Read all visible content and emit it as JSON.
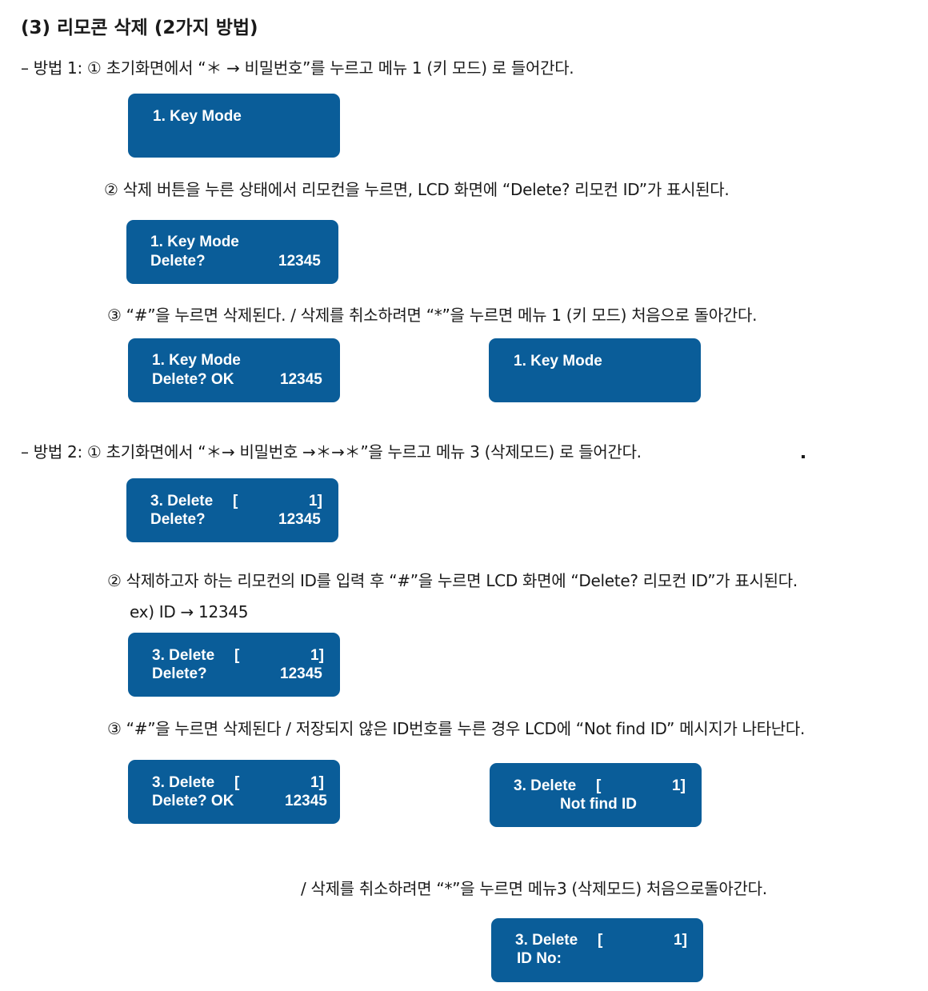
{
  "title": "(3) 리모콘 삭제 (2가지 방법)",
  "method1": {
    "step1": "– 방법 1: ① 초기화면에서 “＊ → 비밀번호”를 누르고 메뉴 1 (키 모드) 로 들어간다.",
    "step2": "② 삭제 버튼을 누른 상태에서 리모컨을 누르면, LCD 화면에 “Delete? 리모컨 ID”가 표시된다.",
    "step3": "③ “#”을 누르면 삭제된다. / 삭제를 취소하려면 “*”을 누르면 메뉴 1 (키 모드) 처음으로 돌아간다."
  },
  "method2": {
    "step1": "– 방법 2: ① 초기화면에서 “＊→ 비밀번호 →＊→＊”을 누르고 메뉴 3 (삭제모드) 로 들어간다.",
    "step2": "② 삭제하고자 하는 리모컨의 ID를 입력 후 “#”을 누르면 LCD 화면에 “Delete? 리모컨 ID”가 표시된다.",
    "example": "ex) ID → 12345",
    "step3": "③ “#”을 누르면 삭제된다 / 저장되지 않은 ID번호를 누른 경우 LCD에 “Not find ID” 메시지가 나타난다.",
    "cancel": "/ 삭제를 취소하려면 “*”을 누르면 메뉴3 (삭제모드) 처음으로돌아간다."
  },
  "lcd": {
    "key_mode": "1. Key Mode",
    "delete_q": "Delete?",
    "delete_ok": "Delete? OK",
    "id_value": "12345",
    "delete_menu": "3. Delete",
    "bracket_open": "[",
    "bracket_close": "1]",
    "not_find": "Not find ID",
    "id_no": "ID No:"
  },
  "colors": {
    "lcd_background": "#0a5d99",
    "lcd_text": "#ffffff"
  }
}
